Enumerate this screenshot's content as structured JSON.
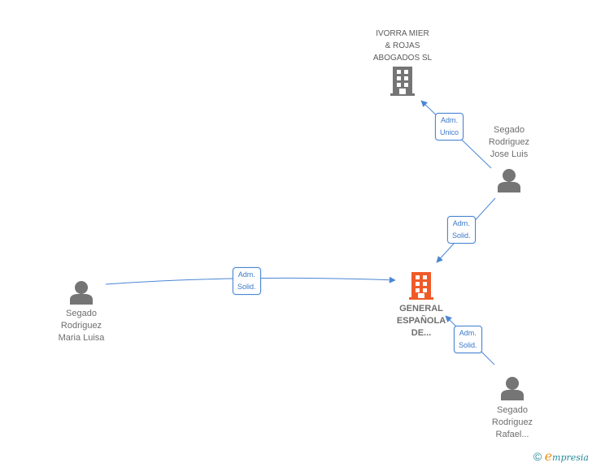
{
  "nodes": {
    "ivorra": {
      "type": "company",
      "label_lines": [
        "IVORRA MIER",
        "& ROJAS",
        "ABOGADOS SL"
      ],
      "icon": "building-icon",
      "color": "#757575"
    },
    "general": {
      "type": "company-main",
      "label_lines": [
        "GENERAL",
        "ESPAÑOLA",
        "DE..."
      ],
      "icon": "building-icon",
      "color": "#f05a28"
    },
    "jose_luis": {
      "type": "person",
      "label_lines": [
        "Segado",
        "Rodriguez",
        "Jose Luis"
      ],
      "icon": "person-icon",
      "color": "#757575"
    },
    "maria_luisa": {
      "type": "person",
      "label_lines": [
        "Segado",
        "Rodriguez",
        "Maria Luisa"
      ],
      "icon": "person-icon",
      "color": "#757575"
    },
    "rafael": {
      "type": "person",
      "label_lines": [
        "Segado",
        "Rodriguez",
        "Rafael..."
      ],
      "icon": "person-icon",
      "color": "#757575"
    }
  },
  "edges": [
    {
      "from": "jose_luis",
      "to": "ivorra",
      "label_lines": [
        "Adm.",
        "Unico"
      ]
    },
    {
      "from": "jose_luis",
      "to": "general",
      "label_lines": [
        "Adm.",
        "Solid."
      ]
    },
    {
      "from": "maria_luisa",
      "to": "general",
      "label_lines": [
        "Adm.",
        "Solid."
      ]
    },
    {
      "from": "rafael",
      "to": "general",
      "label_lines": [
        "Adm.",
        "Solid."
      ]
    }
  ],
  "edge_color": "#4a86d4",
  "brand": {
    "copyright": "©",
    "name_initial": "e",
    "name_rest": "mpresia"
  }
}
